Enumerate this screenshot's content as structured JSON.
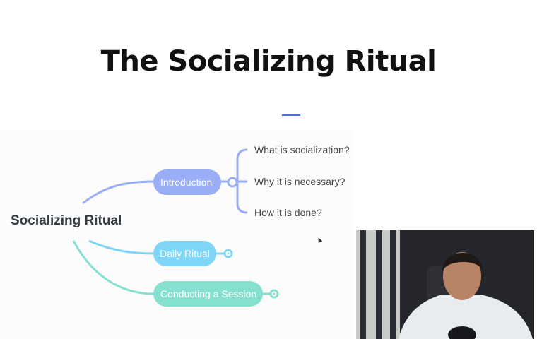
{
  "slide": {
    "title": "The Socializing Ritual",
    "accent_color": "#4a6fe0"
  },
  "mindmap": {
    "root": "Socializing Ritual",
    "branches": [
      {
        "label": "Introduction",
        "color": "#9aaef7",
        "children": [
          "What is socialization?",
          "Why it is necessary?",
          "How it is done?"
        ]
      },
      {
        "label": "Daily Ritual",
        "color": "#7fd6f7",
        "children": []
      },
      {
        "label": "Conducting a Session",
        "color": "#86e0cf",
        "children": []
      }
    ]
  },
  "webcam": {
    "icon": "presenter-video"
  }
}
